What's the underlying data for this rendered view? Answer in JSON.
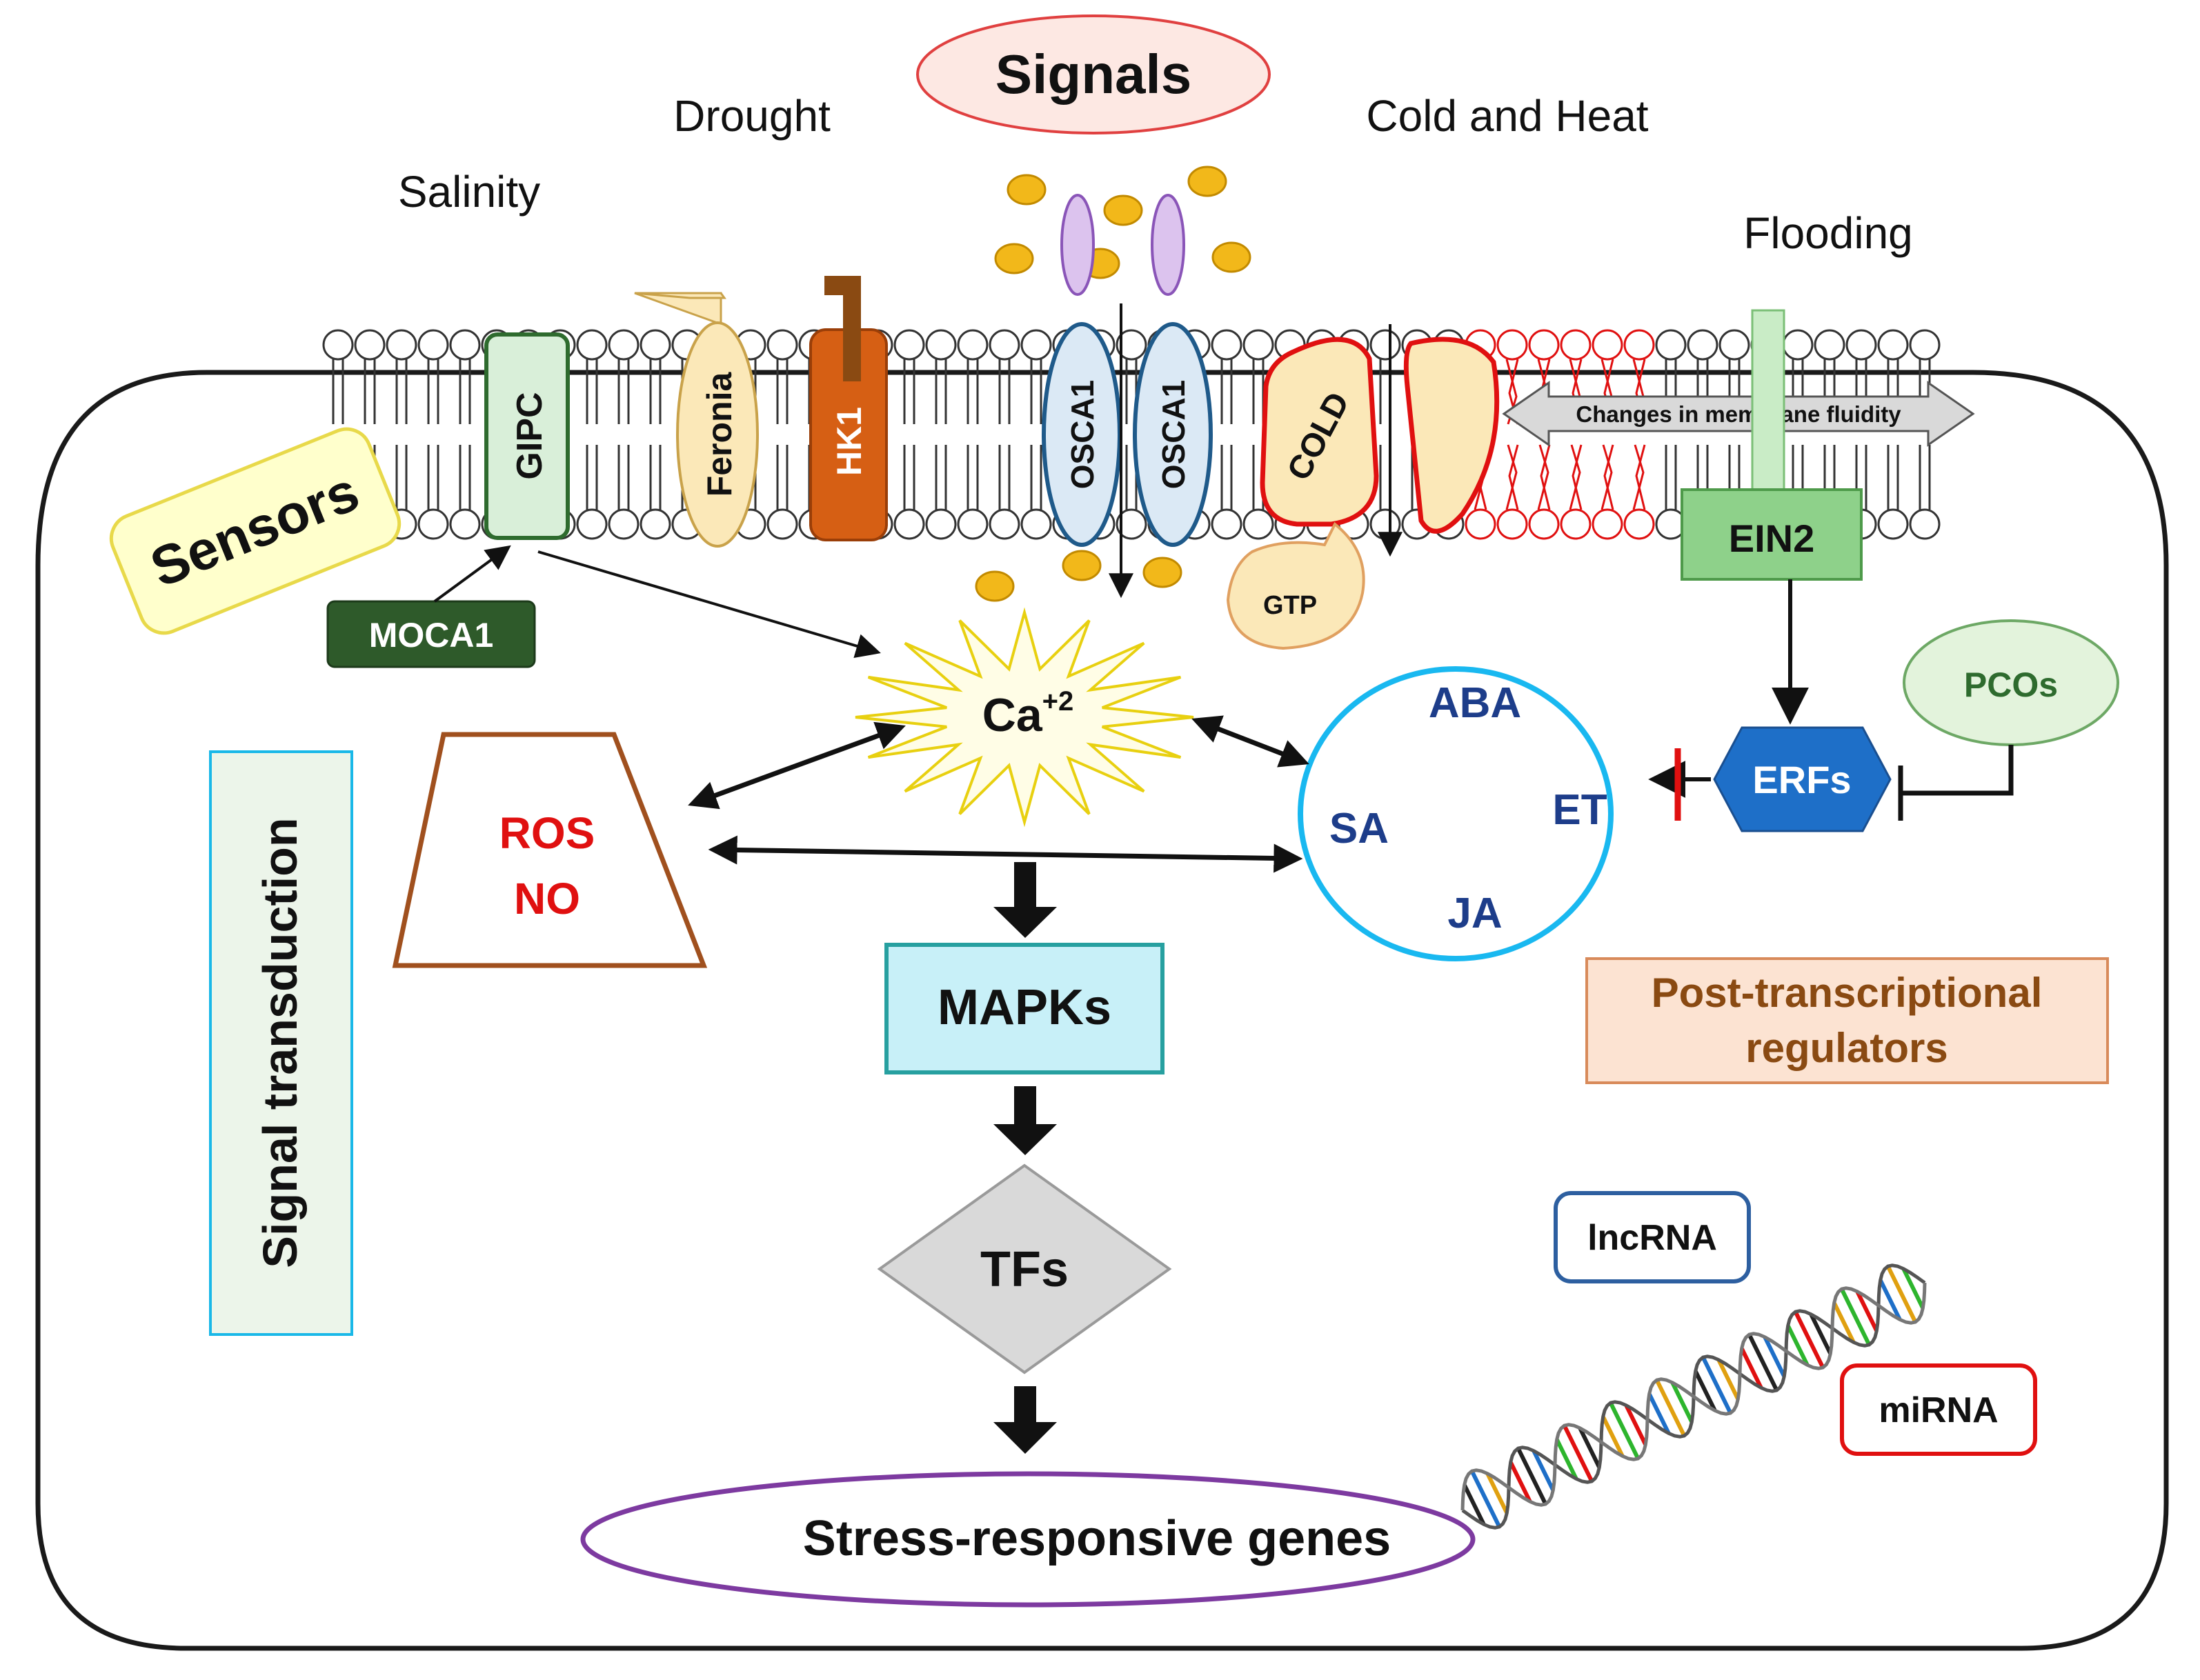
{
  "signals": {
    "title": "Signals",
    "stresses": {
      "salinity": "Salinity",
      "drought": "Drought",
      "cold_heat": "Cold and Heat",
      "flooding": "Flooding"
    }
  },
  "membrane": {
    "fluidity_label": "Changes in membrane fluidity",
    "proteins": {
      "gipc": "GIPC",
      "feronia": "Feronia",
      "hk1": "HK1",
      "osca1_left": "OSCA1",
      "osca1_right": "OSCA1",
      "cold": "COLD",
      "gtp": "GTP",
      "ein2": "EIN2"
    }
  },
  "sensors": {
    "label": "Sensors",
    "moca1": "MOCA1"
  },
  "transduction": {
    "sidebar_label": "Signal transduction",
    "calcium_base": "Ca",
    "calcium_charge": "+2",
    "ros": "ROS",
    "no": "NO",
    "hormones": {
      "aba": "ABA",
      "sa": "SA",
      "et": "ET",
      "ja": "JA"
    },
    "erfs": "ERFs",
    "pcos": "PCOs",
    "mapks": "MAPKs",
    "tfs": "TFs",
    "genes": "Stress-responsive genes"
  },
  "post_transcriptional": {
    "line1": "Post-transcriptional",
    "line2": "regulators",
    "lncrna": "lncRNA",
    "mirna": "miRNA"
  },
  "colors": {
    "cell_outline": "#1a1a1a",
    "gipc_fill": "#d9efd9",
    "gipc_stroke": "#2e6b2e",
    "feronia_fill": "#fbe8b8",
    "hk1_fill": "#d65f14",
    "hk1_head": "#8a4a12",
    "osca_fill": "#dbe9f5",
    "osca_stroke": "#1f5a8a",
    "sensor_fill": "#ffffcc",
    "moca1_fill": "#2e5a2a",
    "signals_fill": "#fde8e3",
    "signals_stroke": "#e04040",
    "ion": "#f2b81a",
    "ros_stroke": "#a0501e",
    "ros_text": "#e01010",
    "hormone_stroke": "#19b8f0",
    "hormone_text": "#1d3d8a",
    "erf_fill": "#1e6fc8",
    "pco_fill": "#e3f3dc",
    "ein2_fill": "#8ed18a",
    "mapk_fill": "#c8f0f8",
    "mapk_stroke": "#27a0a0",
    "tf_fill": "#d9d9d9",
    "genes_stroke": "#7d3aa0",
    "ptr_fill": "#fce3d2",
    "ptr_text": "#8a4a12",
    "lncrna_stroke": "#2d5fa0",
    "mirna_stroke": "#e01010",
    "inhibit_red": "#e01010"
  }
}
